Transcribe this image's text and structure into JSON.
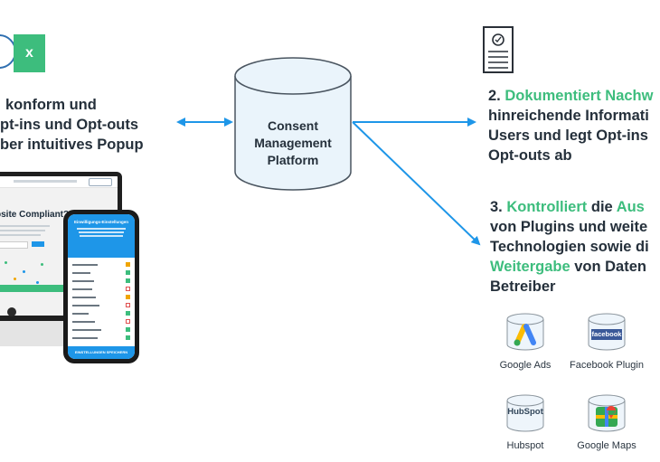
{
  "left": {
    "icon_letter": "x",
    "lines": [
      "konform und",
      "pt-ins und Opt-outs",
      "ber intuitives Popup"
    ]
  },
  "center": {
    "lines": [
      "Consent",
      "Management",
      "Platform"
    ]
  },
  "right1": {
    "prefix": "2. ",
    "highlight": "Dokumentiert Nachw",
    "lines": [
      "hinreichende Informati",
      "Users und legt Opt-ins",
      "Opt-outs ab"
    ]
  },
  "right2": {
    "prefix": "3. ",
    "highlight1": "Kontrolliert",
    "mid": " die ",
    "highlight2": "Aus",
    "line2": "von Plugins und weite",
    "line3": "Technologien sowie di",
    "highlight3": "Weitergabe",
    "line4_rest": " von Daten",
    "line5": "Betreiber"
  },
  "services": [
    {
      "name": "Google Ads",
      "icon": "google-ads-icon"
    },
    {
      "name": "Facebook Plugin",
      "icon": "facebook-icon",
      "logo_text": "facebook"
    },
    {
      "name": "Hubspot",
      "icon": "hubspot-icon",
      "logo_text": "HubSpot"
    },
    {
      "name": "Google Maps",
      "icon": "google-maps-icon"
    }
  ],
  "mockup": {
    "laptop_heading": "bsite Compliant?",
    "phone_heading": "Einwilligungs-Einstellungen",
    "phone_button": "EINSTELLUNGEN SPEICHERN"
  },
  "colors": {
    "accent_green": "#3dbd7d",
    "arrow_blue": "#1e96e8",
    "cylinder_fill": "#eaf4fb"
  }
}
